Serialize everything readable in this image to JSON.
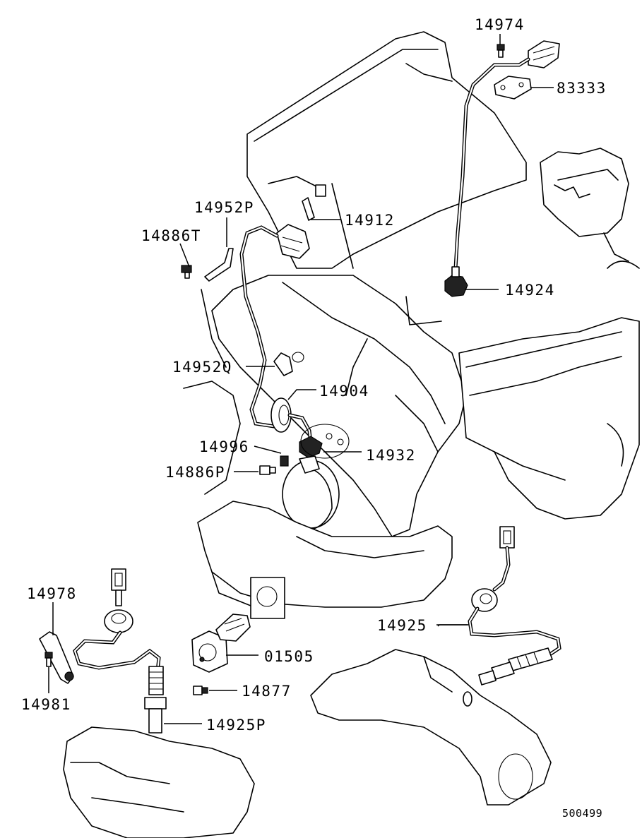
{
  "diagram": {
    "reference_number": "500499",
    "parts": [
      {
        "key": "p14974",
        "number": "14974"
      },
      {
        "key": "p83333",
        "number": "83333"
      },
      {
        "key": "p14952P",
        "number": "14952P"
      },
      {
        "key": "p14912",
        "number": "14912"
      },
      {
        "key": "p14886T",
        "number": "14886T"
      },
      {
        "key": "p14924",
        "number": "14924"
      },
      {
        "key": "p14952Q",
        "number": "14952Q"
      },
      {
        "key": "p14904",
        "number": "14904"
      },
      {
        "key": "p14996",
        "number": "14996"
      },
      {
        "key": "p14932",
        "number": "14932"
      },
      {
        "key": "p14886P",
        "number": "14886P"
      },
      {
        "key": "p14978",
        "number": "14978"
      },
      {
        "key": "p14925",
        "number": "14925"
      },
      {
        "key": "p01505",
        "number": "01505"
      },
      {
        "key": "p14877",
        "number": "14877"
      },
      {
        "key": "p14981",
        "number": "14981"
      },
      {
        "key": "p14925P",
        "number": "14925P"
      }
    ]
  }
}
